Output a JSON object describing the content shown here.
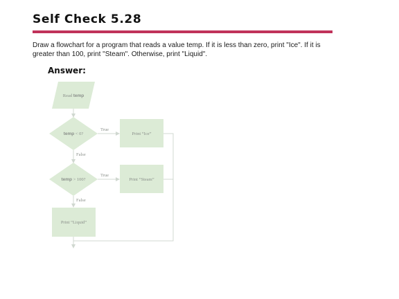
{
  "slide": {
    "title": "Self Check 5.28",
    "prompt_line1": "Draw a flowchart for a program that reads a value temp. If it is less than zero, print \"Ice\". If it is",
    "prompt_line2": "greater than 100, print \"Steam\". Otherwise, print \"Liquid\".",
    "answer_label": "Answer:",
    "accent_color": "#c0325a"
  },
  "flowchart": {
    "colors": {
      "node_fill": "#dcebd6",
      "arrow": "#d0d8d0",
      "text": "#8a8f8a"
    },
    "input": {
      "prefix": "Read ",
      "variable": "temp"
    },
    "decision1": {
      "variable": "temp",
      "condition": " < 0?",
      "true_label": "True",
      "false_label": "False"
    },
    "action_ice": "Print “Ice”",
    "decision2": {
      "variable": "temp",
      "condition": " > 100?",
      "true_label": "True",
      "false_label": "False"
    },
    "action_steam": "Print “Steam”",
    "action_liquid": "Print “Liquid”"
  }
}
